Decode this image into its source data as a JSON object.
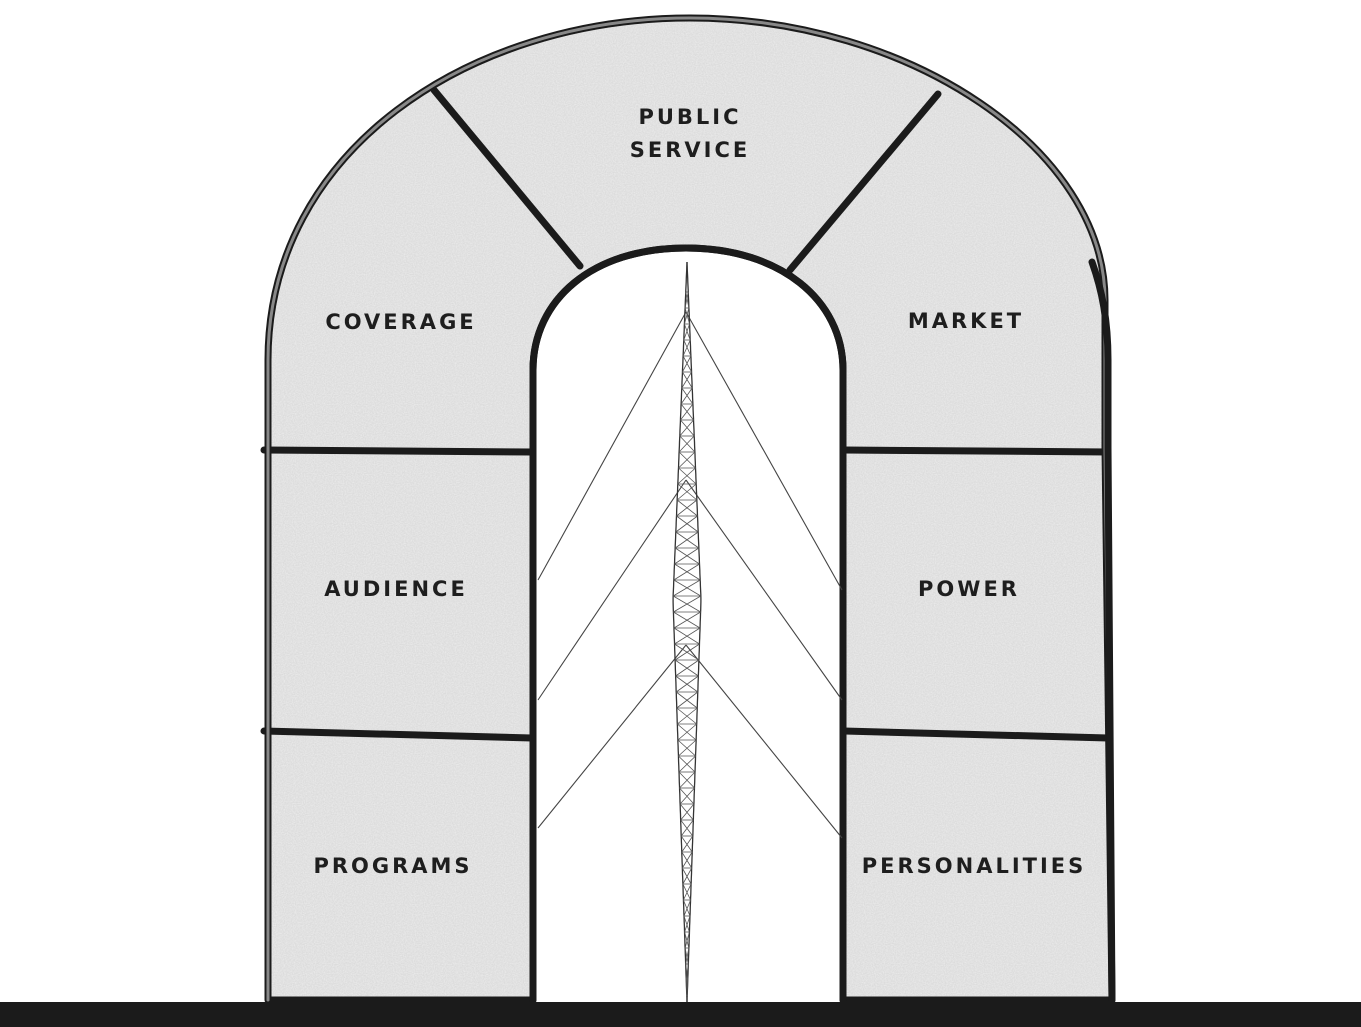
{
  "stones": {
    "top": [
      "PUBLIC",
      "SERVICE"
    ],
    "coverage": "COVERAGE",
    "market": "MARKET",
    "audience": "AUDIENCE",
    "power": "POWER",
    "programs": "PROGRAMS",
    "personalities": "PERSONALITIES"
  },
  "colors": {
    "stone": "#dadada",
    "outline": "#1b1b1b",
    "ground": "#1b1b1b"
  },
  "icons": {
    "tower": "radio-tower-icon"
  }
}
